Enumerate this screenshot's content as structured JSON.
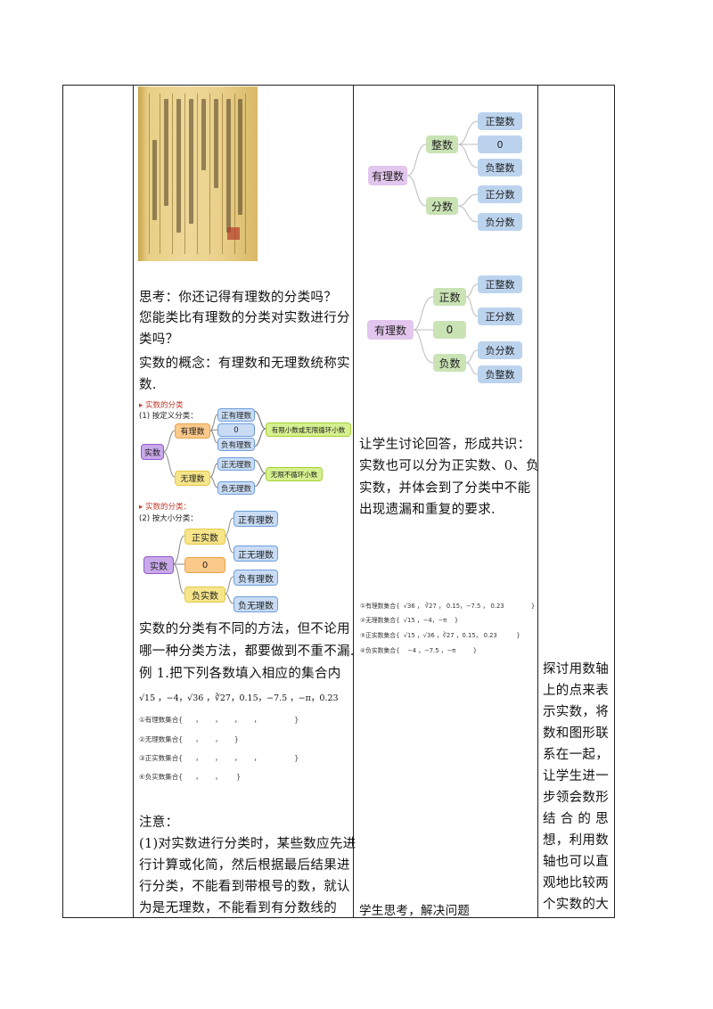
{
  "col2": {
    "think1": "思考：你还记得有理数的分类吗？",
    "think2a": "您能类比有理数的分类对实数进行分",
    "think2b": "类吗？",
    "concept1": "实数的概念：有理数和无理数统称实",
    "concept2": "数.",
    "diagram1": {
      "header1": "▸ 实数的分类",
      "header2": "(1) 按定义分类：",
      "root": "实数",
      "rational": "有理数",
      "irrational": "无理数",
      "pos_rational": "正有理数",
      "zero": "0",
      "neg_rational": "负有理数",
      "pos_irrational": "正无理数",
      "neg_irrational": "负无理数",
      "note1": "有限小数或无限循环小数",
      "note2": "无限不循环小数"
    },
    "diagram2": {
      "header1": "▸ 实数的分类：",
      "header2": "(2) 按大小分类：",
      "root": "实数",
      "positive": "正实数",
      "zero": "0",
      "negative": "负实数",
      "pos_rational": "正有理数",
      "pos_irrational": "正无理数",
      "neg_rational": "负有理数",
      "neg_irrational": "负无理数"
    },
    "method1": "实数的分类有不同的方法，但不论用",
    "method2": "哪一种分类方法，都要做到不重不漏.",
    "example": "例 1.把下列各数填入相应的集合内",
    "numbers": "√15 ，−4，√36 ，∛27，0.15，−7.5 ，−π，0.23",
    "set1": "①有理数集合{      ，      ，      ，      ，                }",
    "set2": "②无理数集合{      ，      ，      }",
    "set3": "③正实数集合{      ，      ，      ，      ，                }",
    "set4": "④负实数集合{      ，      ，       }",
    "note_title": "注意：",
    "note_l1": "(1)对实数进行分类时，某些数应先进",
    "note_l2": "行计算或化简，然后根据最后结果进",
    "note_l3": "行分类，不能看到带根号的数，就认",
    "note_l4": "为是无理数，不能看到有分数线的"
  },
  "col3": {
    "tree1": {
      "root": "有理数",
      "integer": "整数",
      "fraction": "分数",
      "pos_int": "正整数",
      "zero": "0",
      "neg_int": "负整数",
      "pos_frac": "正分数",
      "neg_frac": "负分数"
    },
    "tree2": {
      "root": "有理数",
      "positive": "正数",
      "zero": "0",
      "negative": "负数",
      "pos_int": "正整数",
      "pos_frac": "正分数",
      "neg_frac": "负分数",
      "neg_int": "负整数"
    },
    "discuss1": "让学生讨论回答，形成共识：",
    "discuss2": "实数也可以分为正实数、0、负",
    "discuss3": "实数，并体会到了分类中不能",
    "discuss4": "出现遗漏和重复的要求.",
    "ans1": "①有理数集合{  √36 ， ∛27 ， 0.15，−7.5 ， 0.23              }",
    "ans2": "②无理数集合{  √15 ，−4，−π    }",
    "ans3": "③正实数集合{  √15 ，√36 ，∛27 ，0.15， 0.23          }",
    "ans4": "④负实数集合{    −4 ，−7.5 ，−π         }",
    "think": "学生思考，解决问题"
  },
  "col4": {
    "l1": "探讨用数轴",
    "l2": "上的点来表",
    "l3": "示实数，将",
    "l4": "数和图形联",
    "l5": "系在一起，",
    "l6": "让学生进一",
    "l7": "步领会数形",
    "l8": "结 合 的 思",
    "l9": "想，利用数",
    "l10": "轴也可以直",
    "l11": "观地比较两",
    "l12": "个实数的大"
  }
}
